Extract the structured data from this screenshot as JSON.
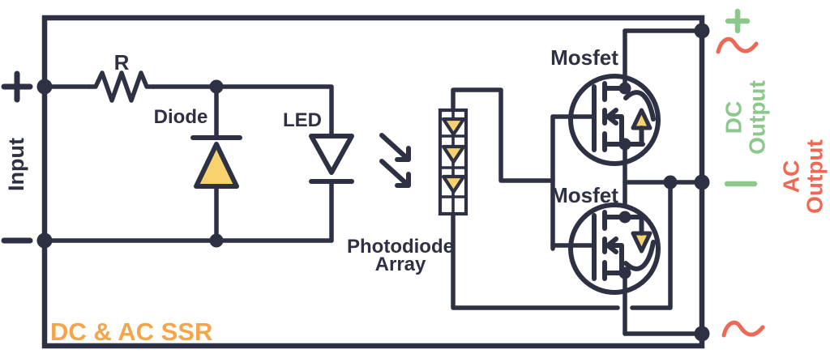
{
  "title": "DC & AC SSR",
  "input": {
    "label": "Input",
    "positive_symbol": "+",
    "negative_symbol": "−"
  },
  "components": {
    "resistor_label": "R",
    "diode_label": "Diode",
    "led_label": "LED",
    "photodiode_label_line1": "Photodiode",
    "photodiode_label_line2": "Array",
    "mosfet_top_label": "Mosfet",
    "mosfet_bottom_label": "Mosfet"
  },
  "outputs": {
    "dc": {
      "positive_symbol": "+",
      "negative_symbol": "−",
      "label_line1": "DC",
      "label_line2": "Output"
    },
    "ac": {
      "waveform_symbol_top": "~",
      "waveform_symbol_bottom": "~",
      "label_line1": "AC",
      "label_line2": "Output"
    }
  },
  "colors": {
    "wire": "#2d3143",
    "component_fill_yellow": "#f8d26e",
    "title_orange": "#f5a549",
    "dc_green": "#8cc88c",
    "ac_red": "#ec6a55",
    "background": "#ffffff"
  }
}
